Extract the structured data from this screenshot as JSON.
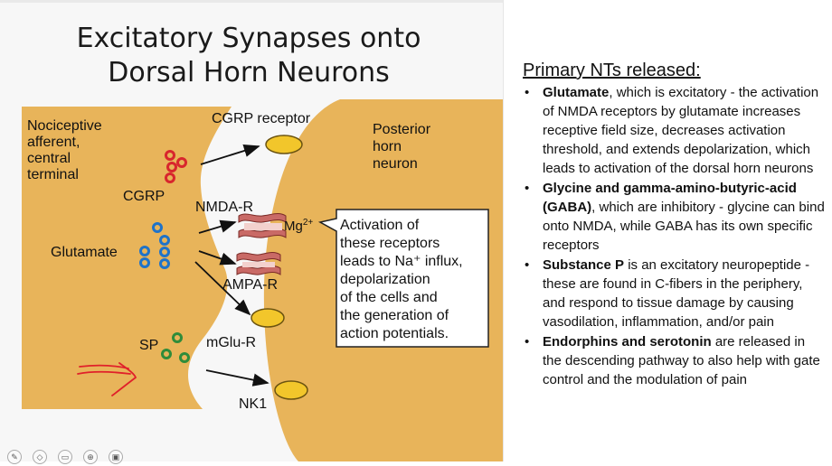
{
  "slide": {
    "title_line1": "Excitatory Synapses onto",
    "title_line2": "Dorsal Horn Neurons"
  },
  "diagram": {
    "presynaptic_label_lines": [
      "Nociceptive",
      "afferent,",
      "central",
      "terminal"
    ],
    "cgrp_label": "CGRP",
    "cgrp_receptor_label": "CGRP receptor",
    "postsynaptic_label_lines": [
      "Posterior",
      "horn",
      "neuron"
    ],
    "nmda_label": "NMDA-R",
    "mg_label": "Mg",
    "mg_charge": "2+",
    "glutamate_label": "Glutamate",
    "ampa_label": "AMPA-R",
    "mglu_label": "mGlu-R",
    "sp_label": "SP",
    "nk1_label": "NK1",
    "callout_lines": [
      "Activation of",
      "these receptors",
      "leads to Na⁺ influx,",
      "depolarization",
      "of the cells and",
      "the generation of",
      "action potentials."
    ],
    "colors": {
      "terminal": "#e8b45a",
      "cgrp_dots": "#d8262d",
      "glutamate_dots": "#1f73c9",
      "sp_dots": "#2f8c3a",
      "receptor": "#f2c62b",
      "nmda_channel": "#c96a66",
      "annotation": "#e0202a"
    }
  },
  "notes": {
    "title": "Primary NTs released:",
    "items": [
      {
        "bold": "Glutamate",
        "text": ", which is excitatory - the activation of NMDA receptors by glutamate increases receptive field size, decreases activation threshold, and extends depolarization, which leads to activation of the dorsal horn neurons"
      },
      {
        "bold": "Glycine and gamma-amino-butyric-acid (GABA)",
        "text": ", which are inhibitory - glycine can bind onto NMDA, while GABA has its own specific receptors"
      },
      {
        "bold": "Substance P",
        "text": " is an excitatory neuropeptide - these are found in C-fibers in the periphery, and respond to tissue damage by causing vasodilation, inflammation, and/or pain"
      },
      {
        "bold": "Endorphins and serotonin",
        "text": " are released in the descending pathway to also help with gate control and the modulation of pain"
      }
    ]
  },
  "toolbar_icons": [
    "pen-icon",
    "eraser-icon",
    "highlighter-icon",
    "zoom-icon",
    "screen-icon"
  ]
}
